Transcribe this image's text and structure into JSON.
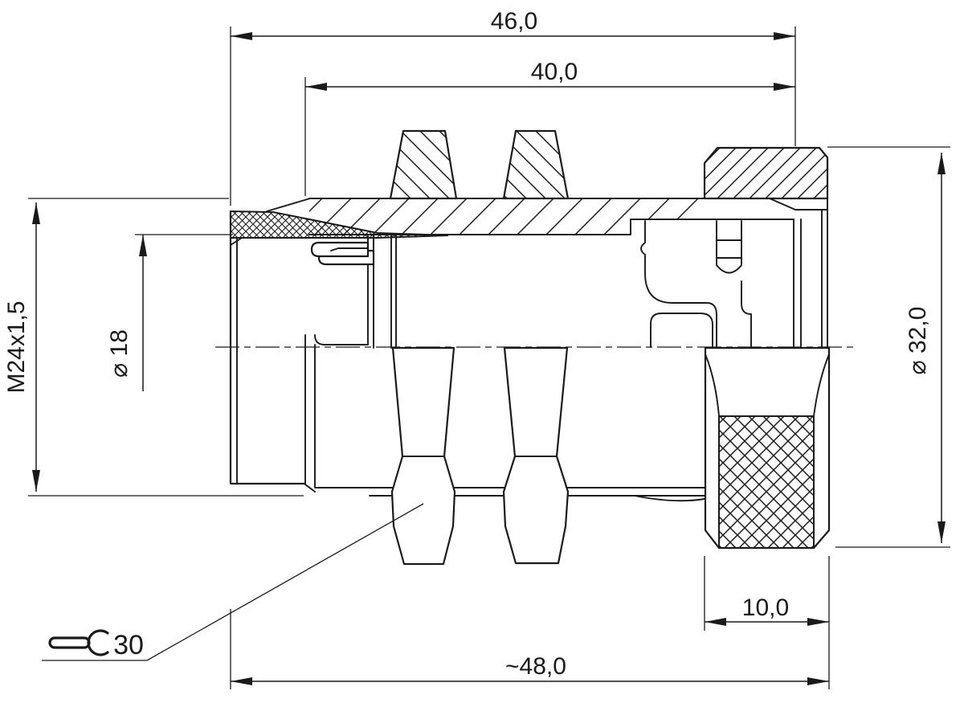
{
  "drawing": {
    "colors": {
      "background": "#ffffff",
      "line": "#1a1a1a"
    },
    "dimensions": {
      "top_length": "46,0",
      "inner_length": "40,0",
      "thread": "M24x1,5",
      "bore_diameter": "⌀ 18",
      "outer_diameter": "⌀ 32,0",
      "knurl_width": "10,0",
      "overall_length": "~48,0",
      "wrench_size": "30"
    }
  }
}
